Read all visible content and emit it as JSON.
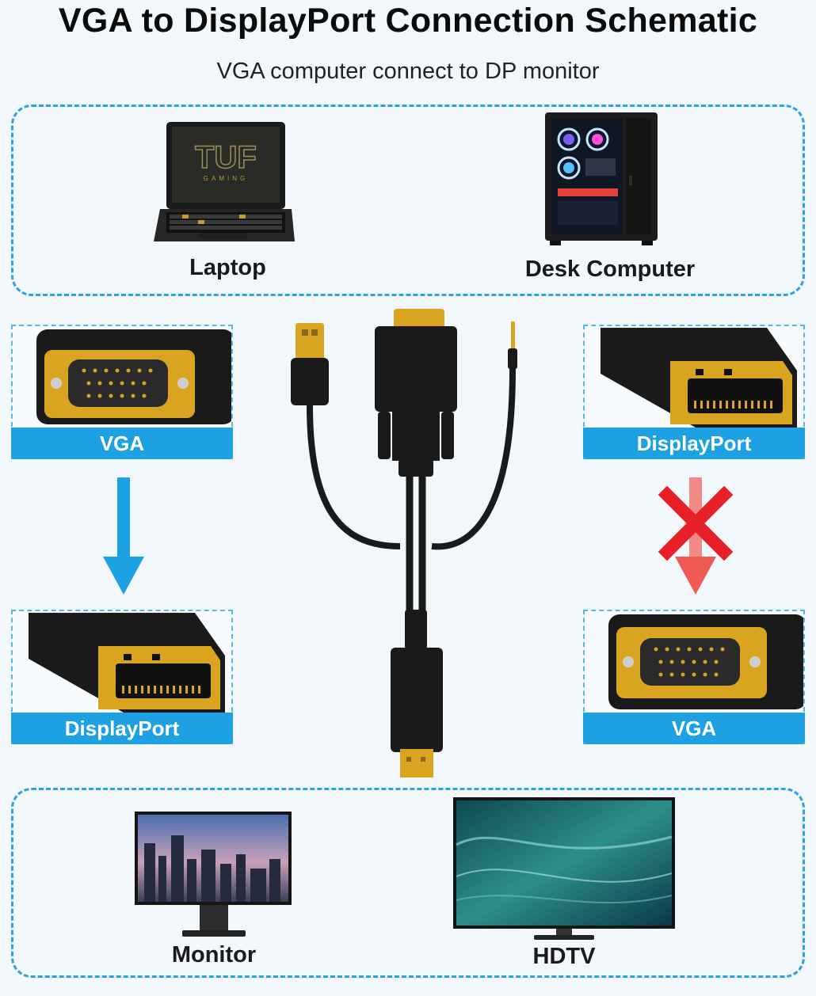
{
  "header": {
    "title": "VGA to DisplayPort Connection Schematic",
    "subtitle": "VGA computer connect to DP monitor"
  },
  "sources": {
    "laptop_label": "Laptop",
    "desktop_label": "Desk Computer"
  },
  "connectors": {
    "left_top": "VGA",
    "left_bottom": "DisplayPort",
    "right_top": "DisplayPort",
    "right_bottom": "VGA"
  },
  "flows": {
    "left": "supported",
    "right": "not-supported"
  },
  "displays": {
    "monitor_label": "Monitor",
    "hdtv_label": "HDTV"
  },
  "colors": {
    "accent_blue": "#1da1e2",
    "dash_blue": "#2aa3dc",
    "cross_red": "#e8202a",
    "gold": "#d9a520"
  }
}
